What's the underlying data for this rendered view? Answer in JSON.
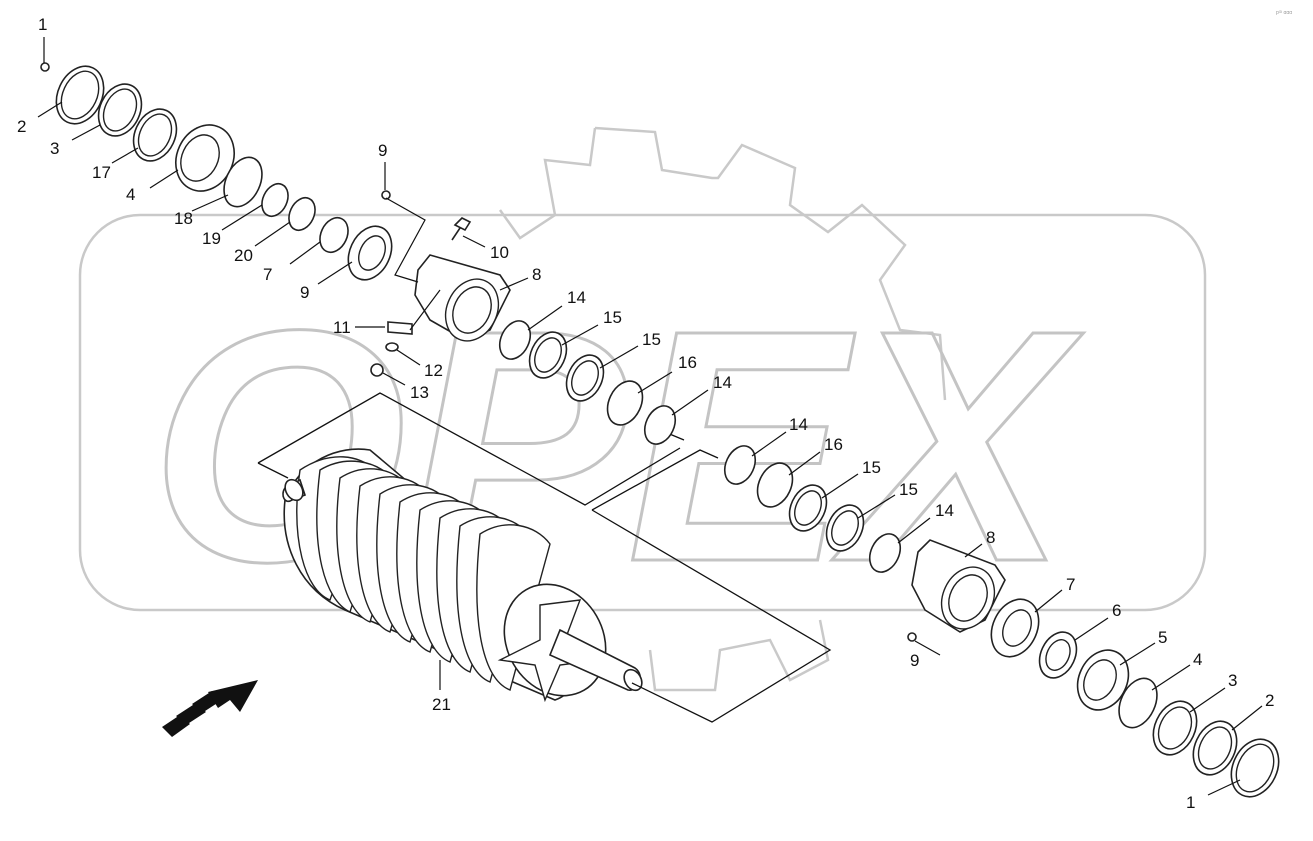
{
  "page_tag": "pᴳᴵ ααα",
  "watermark_text": "OPEX",
  "labels": [
    {
      "key": "l1a",
      "text": "1"
    },
    {
      "key": "l2a",
      "text": "2"
    },
    {
      "key": "l3a",
      "text": "3"
    },
    {
      "key": "l17",
      "text": "17"
    },
    {
      "key": "l4a",
      "text": "4"
    },
    {
      "key": "l18",
      "text": "18"
    },
    {
      "key": "l19",
      "text": "19"
    },
    {
      "key": "l20",
      "text": "20"
    },
    {
      "key": "l7a",
      "text": "7"
    },
    {
      "key": "l9a",
      "text": "9"
    },
    {
      "key": "l9b",
      "text": "9"
    },
    {
      "key": "l10",
      "text": "10"
    },
    {
      "key": "l8a",
      "text": "8"
    },
    {
      "key": "l11",
      "text": "11"
    },
    {
      "key": "l12",
      "text": "12"
    },
    {
      "key": "l13",
      "text": "13"
    },
    {
      "key": "l14a",
      "text": "14"
    },
    {
      "key": "l15a",
      "text": "15"
    },
    {
      "key": "l15b",
      "text": "15"
    },
    {
      "key": "l16a",
      "text": "16"
    },
    {
      "key": "l14b",
      "text": "14"
    },
    {
      "key": "l14c",
      "text": "14"
    },
    {
      "key": "l16b",
      "text": "16"
    },
    {
      "key": "l15c",
      "text": "15"
    },
    {
      "key": "l15d",
      "text": "15"
    },
    {
      "key": "l14d",
      "text": "14"
    },
    {
      "key": "l8b",
      "text": "8"
    },
    {
      "key": "l7b",
      "text": "7"
    },
    {
      "key": "l6",
      "text": "6"
    },
    {
      "key": "l5",
      "text": "5"
    },
    {
      "key": "l4b",
      "text": "4"
    },
    {
      "key": "l3b",
      "text": "3"
    },
    {
      "key": "l2b",
      "text": "2"
    },
    {
      "key": "l1b",
      "text": "1"
    },
    {
      "key": "l9c",
      "text": "9"
    },
    {
      "key": "l21",
      "text": "21"
    }
  ]
}
